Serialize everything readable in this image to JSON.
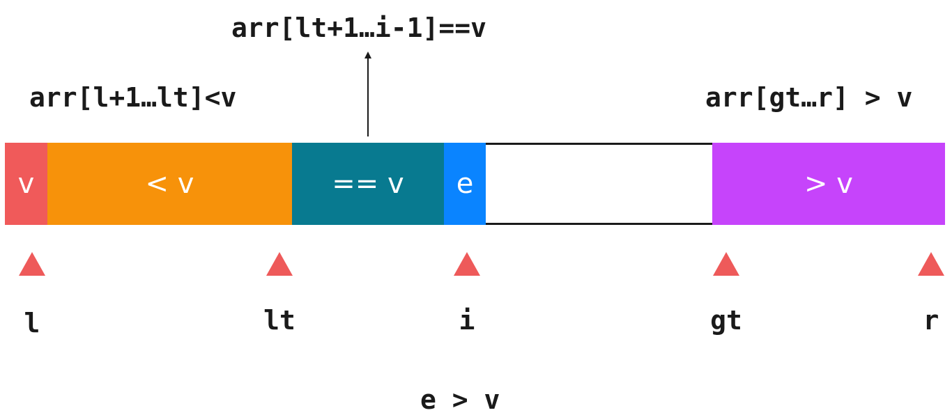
{
  "labels": {
    "middle_range": "arr[lt+1…i-1]==v",
    "left_range": "arr[l+1…lt]<v",
    "right_range": "arr[gt…r] > v",
    "condition": "e > v"
  },
  "segments": {
    "pivot": "v",
    "less": "< v",
    "equal": "== v",
    "current": "e",
    "unprocessed": "",
    "greater": "> v"
  },
  "pointers": {
    "l": "l",
    "lt": "lt",
    "i": "i",
    "gt": "gt",
    "r": "r"
  },
  "colors": {
    "pivot": "#f05a5a",
    "less": "#f7920a",
    "equal": "#087a90",
    "current": "#0a84ff",
    "unprocessed": "#ffffff",
    "greater": "#c644fb",
    "marker": "#ee5a5a"
  }
}
